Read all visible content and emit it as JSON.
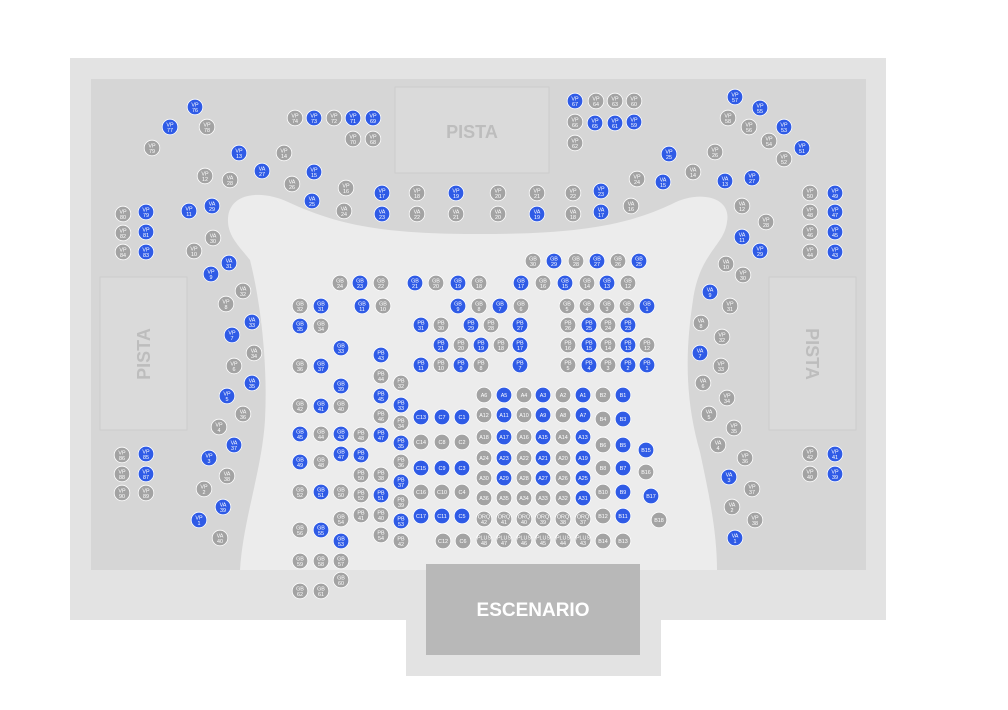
{
  "venue": {
    "labels": {
      "pista": "PISTA",
      "escenario": "ESCENARIO"
    },
    "colors": {
      "outer": "#e3e3e3",
      "floor": "#d6d6d6",
      "aisle": "#ececec",
      "stage": "#b8b8b8",
      "selected": "#2f5be6",
      "available": "#a3a3a3",
      "label": "#bdbdbd"
    }
  },
  "seats": [
    {
      "l": "VP 77",
      "c": "sel"
    },
    {
      "l": "VP 76",
      "c": "sel"
    },
    {
      "l": "VP 78",
      "c": "ava"
    },
    {
      "l": "VP 79",
      "c": "ava"
    },
    {
      "l": "VP 74",
      "c": "ava"
    },
    {
      "l": "VP 73",
      "c": "sel"
    },
    {
      "l": "VP 72",
      "c": "ava"
    },
    {
      "l": "VP 71",
      "c": "sel"
    },
    {
      "l": "VP 69",
      "c": "sel"
    },
    {
      "l": "VP 70",
      "c": "ava"
    },
    {
      "l": "VP 68",
      "c": "ava"
    },
    {
      "l": "VP 13",
      "c": "sel"
    },
    {
      "l": "VP 14",
      "c": "ava"
    },
    {
      "l": "VA 27",
      "c": "sel"
    },
    {
      "l": "VP 15",
      "c": "sel"
    },
    {
      "l": "VP 12",
      "c": "ava"
    },
    {
      "l": "VA 28",
      "c": "ava"
    },
    {
      "l": "VA 26",
      "c": "ava"
    },
    {
      "l": "VA 25",
      "c": "sel"
    },
    {
      "l": "VP 16",
      "c": "ava"
    },
    {
      "l": "VA 24",
      "c": "ava"
    },
    {
      "l": "VP 17",
      "c": "sel"
    },
    {
      "l": "VP 18",
      "c": "ava"
    },
    {
      "l": "VP 19",
      "c": "sel"
    },
    {
      "l": "VP 20",
      "c": "ava"
    },
    {
      "l": "VP 21",
      "c": "ava"
    },
    {
      "l": "VP 22",
      "c": "ava"
    },
    {
      "l": "VP 23",
      "c": "sel"
    },
    {
      "l": "VA 23",
      "c": "sel"
    },
    {
      "l": "VA 22",
      "c": "ava"
    },
    {
      "l": "VA 21",
      "c": "ava"
    },
    {
      "l": "VA 20",
      "c": "ava"
    },
    {
      "l": "VA 19",
      "c": "sel"
    },
    {
      "l": "VA 18",
      "c": "ava"
    },
    {
      "l": "VA 17",
      "c": "sel"
    },
    {
      "l": "VA 16",
      "c": "ava"
    },
    {
      "l": "VP 67",
      "c": "sel"
    },
    {
      "l": "VP 64",
      "c": "ava"
    },
    {
      "l": "VP 63",
      "c": "ava"
    },
    {
      "l": "VP 60",
      "c": "ava"
    },
    {
      "l": "VP 66",
      "c": "ava"
    },
    {
      "l": "VP 65",
      "c": "sel"
    },
    {
      "l": "VP 61",
      "c": "sel"
    },
    {
      "l": "VP 59",
      "c": "sel"
    },
    {
      "l": "VP 62",
      "c": "ava"
    },
    {
      "l": "VP 57",
      "c": "sel"
    },
    {
      "l": "VP 55",
      "c": "sel"
    },
    {
      "l": "VP 58",
      "c": "ava"
    },
    {
      "l": "VP 56",
      "c": "ava"
    },
    {
      "l": "VP 53",
      "c": "sel"
    },
    {
      "l": "VP 54",
      "c": "ava"
    },
    {
      "l": "VP 51",
      "c": "sel"
    },
    {
      "l": "VP 52",
      "c": "ava"
    },
    {
      "l": "VP 25",
      "c": "sel"
    },
    {
      "l": "VP 26",
      "c": "ava"
    },
    {
      "l": "VP 24",
      "c": "ava"
    },
    {
      "l": "VA 14",
      "c": "ava"
    },
    {
      "l": "VA 15",
      "c": "sel"
    },
    {
      "l": "VA 13",
      "c": "sel"
    },
    {
      "l": "VP 27",
      "c": "sel"
    },
    {
      "l": "VA 12",
      "c": "ava"
    },
    {
      "l": "VP 28",
      "c": "ava"
    },
    {
      "l": "VA 11",
      "c": "sel"
    },
    {
      "l": "VP 29",
      "c": "sel"
    },
    {
      "l": "VA 10",
      "c": "ava"
    },
    {
      "l": "VP 30",
      "c": "ava"
    },
    {
      "l": "VP 80",
      "c": "ava"
    },
    {
      "l": "VP 79",
      "c": "sel"
    },
    {
      "l": "VP 82",
      "c": "ava"
    },
    {
      "l": "VP 81",
      "c": "sel"
    },
    {
      "l": "VP 84",
      "c": "ava"
    },
    {
      "l": "VP 83",
      "c": "sel"
    },
    {
      "l": "VP 11",
      "c": "sel"
    },
    {
      "l": "VA 29",
      "c": "sel"
    },
    {
      "l": "VA 30",
      "c": "ava"
    },
    {
      "l": "VP 10",
      "c": "ava"
    },
    {
      "l": "VA 31",
      "c": "sel"
    },
    {
      "l": "VP 9",
      "c": "sel"
    },
    {
      "l": "VA 32",
      "c": "ava"
    },
    {
      "l": "VP 8",
      "c": "ava"
    },
    {
      "l": "VA 33",
      "c": "sel"
    },
    {
      "l": "VP 7",
      "c": "sel"
    },
    {
      "l": "VA 34",
      "c": "ava"
    },
    {
      "l": "VP 6",
      "c": "ava"
    },
    {
      "l": "VA 35",
      "c": "sel"
    },
    {
      "l": "VP 5",
      "c": "sel"
    },
    {
      "l": "VA 36",
      "c": "ava"
    },
    {
      "l": "VP 4",
      "c": "ava"
    },
    {
      "l": "VA 37",
      "c": "sel"
    },
    {
      "l": "VP 3",
      "c": "sel"
    },
    {
      "l": "VA 38",
      "c": "ava"
    },
    {
      "l": "VP 2",
      "c": "ava"
    },
    {
      "l": "VA 39",
      "c": "sel"
    },
    {
      "l": "VP 1",
      "c": "sel"
    },
    {
      "l": "VA 40",
      "c": "ava"
    },
    {
      "l": "VP 86",
      "c": "ava"
    },
    {
      "l": "VP 85",
      "c": "sel"
    },
    {
      "l": "VP 88",
      "c": "ava"
    },
    {
      "l": "VP 87",
      "c": "sel"
    },
    {
      "l": "VP 90",
      "c": "ava"
    },
    {
      "l": "VP 89",
      "c": "ava"
    },
    {
      "l": "VP 50",
      "c": "ava"
    },
    {
      "l": "VP 49",
      "c": "sel"
    },
    {
      "l": "VP 48",
      "c": "ava"
    },
    {
      "l": "VP 47",
      "c": "sel"
    },
    {
      "l": "VP 46",
      "c": "ava"
    },
    {
      "l": "VP 45",
      "c": "sel"
    },
    {
      "l": "VP 44",
      "c": "ava"
    },
    {
      "l": "VP 43",
      "c": "sel"
    },
    {
      "l": "VA 9",
      "c": "sel"
    },
    {
      "l": "VP 31",
      "c": "ava"
    },
    {
      "l": "VA 8",
      "c": "ava"
    },
    {
      "l": "VP 32",
      "c": "ava"
    },
    {
      "l": "VA 7",
      "c": "sel"
    },
    {
      "l": "VP 33",
      "c": "ava"
    },
    {
      "l": "VA 6",
      "c": "ava"
    },
    {
      "l": "VP 34",
      "c": "ava"
    },
    {
      "l": "VA 5",
      "c": "ava"
    },
    {
      "l": "VP 35",
      "c": "ava"
    },
    {
      "l": "VA 4",
      "c": "ava"
    },
    {
      "l": "VP 36",
      "c": "ava"
    },
    {
      "l": "VA 3",
      "c": "sel"
    },
    {
      "l": "VP 37",
      "c": "ava"
    },
    {
      "l": "VA 2",
      "c": "ava"
    },
    {
      "l": "VP 38",
      "c": "ava"
    },
    {
      "l": "VA 1",
      "c": "sel"
    },
    {
      "l": "VP 42",
      "c": "ava"
    },
    {
      "l": "VP 41",
      "c": "sel"
    },
    {
      "l": "VP 40",
      "c": "ava"
    },
    {
      "l": "VP 39",
      "c": "sel"
    },
    {
      "l": "GB 30",
      "c": "ava"
    },
    {
      "l": "GB 29",
      "c": "sel"
    },
    {
      "l": "GB 28",
      "c": "ava"
    },
    {
      "l": "GB 27",
      "c": "sel"
    },
    {
      "l": "GB 26",
      "c": "ava"
    },
    {
      "l": "GB 25",
      "c": "sel"
    },
    {
      "l": "GB 24",
      "c": "ava"
    },
    {
      "l": "GB 23",
      "c": "sel"
    },
    {
      "l": "GB 22",
      "c": "ava"
    },
    {
      "l": "GB 21",
      "c": "sel"
    },
    {
      "l": "GB 20",
      "c": "ava"
    },
    {
      "l": "GB 19",
      "c": "sel"
    },
    {
      "l": "GB 18",
      "c": "ava"
    },
    {
      "l": "GB 17",
      "c": "sel"
    },
    {
      "l": "GB 16",
      "c": "ava"
    },
    {
      "l": "GB 15",
      "c": "sel"
    },
    {
      "l": "GB 14",
      "c": "ava"
    },
    {
      "l": "GB 13",
      "c": "sel"
    },
    {
      "l": "GB 12",
      "c": "ava"
    },
    {
      "l": "GB 32",
      "c": "ava"
    },
    {
      "l": "GB 31",
      "c": "sel"
    },
    {
      "l": "GB 11",
      "c": "sel"
    },
    {
      "l": "GB 10",
      "c": "ava"
    },
    {
      "l": "GB 9",
      "c": "sel"
    },
    {
      "l": "GB 8",
      "c": "ava"
    },
    {
      "l": "GB 7",
      "c": "sel"
    },
    {
      "l": "GB 6",
      "c": "ava"
    },
    {
      "l": "GB 5",
      "c": "ava"
    },
    {
      "l": "GB 4",
      "c": "ava"
    },
    {
      "l": "GB 3",
      "c": "ava"
    },
    {
      "l": "GB 2",
      "c": "ava"
    },
    {
      "l": "GB 1",
      "c": "sel"
    },
    {
      "l": "GB 35",
      "c": "sel"
    },
    {
      "l": "GB 34",
      "c": "ava"
    },
    {
      "l": "GB 36",
      "c": "ava"
    },
    {
      "l": "GB 37",
      "c": "sel"
    },
    {
      "l": "GB 38",
      "c": "ava"
    },
    {
      "l": "GB 33",
      "c": "sel"
    },
    {
      "l": "GB 39",
      "c": "sel"
    },
    {
      "l": "GB 42",
      "c": "ava"
    },
    {
      "l": "GB 41",
      "c": "sel"
    },
    {
      "l": "GB 40",
      "c": "ava"
    },
    {
      "l": "GB 45",
      "c": "sel"
    },
    {
      "l": "GB 44",
      "c": "ava"
    },
    {
      "l": "GB 43",
      "c": "sel"
    },
    {
      "l": "GB 49",
      "c": "sel"
    },
    {
      "l": "GB 48",
      "c": "ava"
    },
    {
      "l": "GB 47",
      "c": "sel"
    },
    {
      "l": "GB 52",
      "c": "ava"
    },
    {
      "l": "GB 51",
      "c": "sel"
    },
    {
      "l": "GB 50",
      "c": "ava"
    },
    {
      "l": "GB 56",
      "c": "ava"
    },
    {
      "l": "GB 55",
      "c": "sel"
    },
    {
      "l": "GB 54",
      "c": "ava"
    },
    {
      "l": "GB 53",
      "c": "sel"
    },
    {
      "l": "GB 59",
      "c": "ava"
    },
    {
      "l": "GB 58",
      "c": "ava"
    },
    {
      "l": "GB 57",
      "c": "ava"
    },
    {
      "l": "GB 62",
      "c": "ava"
    },
    {
      "l": "GB 61",
      "c": "ava"
    },
    {
      "l": "GB 60",
      "c": "ava"
    },
    {
      "l": "PB 43",
      "c": "sel"
    },
    {
      "l": "PB 44",
      "c": "ava"
    },
    {
      "l": "PB 32",
      "c": "ava"
    },
    {
      "l": "PB 45",
      "c": "sel"
    },
    {
      "l": "PB 33",
      "c": "sel"
    },
    {
      "l": "PB 46",
      "c": "ava"
    },
    {
      "l": "PB 34",
      "c": "ava"
    },
    {
      "l": "PB 47",
      "c": "sel"
    },
    {
      "l": "PB 35",
      "c": "sel"
    },
    {
      "l": "PB 48",
      "c": "ava"
    },
    {
      "l": "PB 36",
      "c": "ava"
    },
    {
      "l": "PB 49",
      "c": "sel"
    },
    {
      "l": "PB 37",
      "c": "sel"
    },
    {
      "l": "PB 50",
      "c": "ava"
    },
    {
      "l": "PB 38",
      "c": "ava"
    },
    {
      "l": "PB 51",
      "c": "sel"
    },
    {
      "l": "PB 39",
      "c": "ava"
    },
    {
      "l": "PB 52",
      "c": "ava"
    },
    {
      "l": "PB 40",
      "c": "ava"
    },
    {
      "l": "PB 53",
      "c": "sel"
    },
    {
      "l": "PB 41",
      "c": "ava"
    },
    {
      "l": "PB 54",
      "c": "ava"
    },
    {
      "l": "PB 42",
      "c": "ava"
    },
    {
      "l": "PB 31",
      "c": "sel"
    },
    {
      "l": "PB 30",
      "c": "ava"
    },
    {
      "l": "PB 29",
      "c": "sel"
    },
    {
      "l": "PB 28",
      "c": "ava"
    },
    {
      "l": "PB 27",
      "c": "sel"
    },
    {
      "l": "PB 21",
      "c": "sel"
    },
    {
      "l": "PB 20",
      "c": "ava"
    },
    {
      "l": "PB 19",
      "c": "sel"
    },
    {
      "l": "PB 18",
      "c": "ava"
    },
    {
      "l": "PB 17",
      "c": "sel"
    },
    {
      "l": "PB 11",
      "c": "sel"
    },
    {
      "l": "PB 10",
      "c": "ava"
    },
    {
      "l": "PB 9",
      "c": "sel"
    },
    {
      "l": "PB 8",
      "c": "ava"
    },
    {
      "l": "PB 7",
      "c": "sel"
    },
    {
      "l": "PB 26",
      "c": "ava"
    },
    {
      "l": "PB 25",
      "c": "sel"
    },
    {
      "l": "PB 24",
      "c": "ava"
    },
    {
      "l": "PB 23",
      "c": "sel"
    },
    {
      "l": "PB 16",
      "c": "ava"
    },
    {
      "l": "PB 15",
      "c": "sel"
    },
    {
      "l": "PB 14",
      "c": "ava"
    },
    {
      "l": "PB 13",
      "c": "sel"
    },
    {
      "l": "PB 12",
      "c": "ava"
    },
    {
      "l": "PB 5",
      "c": "ava"
    },
    {
      "l": "PB 4",
      "c": "sel"
    },
    {
      "l": "PB 3",
      "c": "ava"
    },
    {
      "l": "PB 2",
      "c": "sel"
    },
    {
      "l": "PB 1",
      "c": "sel"
    },
    {
      "l": "A6",
      "c": "ava"
    },
    {
      "l": "A5",
      "c": "sel"
    },
    {
      "l": "A4",
      "c": "ava"
    },
    {
      "l": "A3",
      "c": "sel"
    },
    {
      "l": "A2",
      "c": "ava"
    },
    {
      "l": "A1",
      "c": "sel"
    },
    {
      "l": "B2",
      "c": "ava"
    },
    {
      "l": "B1",
      "c": "sel"
    },
    {
      "l": "C13",
      "c": "sel"
    },
    {
      "l": "C7",
      "c": "sel"
    },
    {
      "l": "C1",
      "c": "sel"
    },
    {
      "l": "A12",
      "c": "ava"
    },
    {
      "l": "A11",
      "c": "sel"
    },
    {
      "l": "A10",
      "c": "ava"
    },
    {
      "l": "A9",
      "c": "sel"
    },
    {
      "l": "A8",
      "c": "ava"
    },
    {
      "l": "A7",
      "c": "sel"
    },
    {
      "l": "B4",
      "c": "ava"
    },
    {
      "l": "B3",
      "c": "sel"
    },
    {
      "l": "C14",
      "c": "ava"
    },
    {
      "l": "C8",
      "c": "ava"
    },
    {
      "l": "C2",
      "c": "ava"
    },
    {
      "l": "A18",
      "c": "ava"
    },
    {
      "l": "A17",
      "c": "sel"
    },
    {
      "l": "A16",
      "c": "ava"
    },
    {
      "l": "A15",
      "c": "sel"
    },
    {
      "l": "A14",
      "c": "ava"
    },
    {
      "l": "A13",
      "c": "sel"
    },
    {
      "l": "B6",
      "c": "ava"
    },
    {
      "l": "B5",
      "c": "sel"
    },
    {
      "l": "B15",
      "c": "sel"
    },
    {
      "l": "A24",
      "c": "ava"
    },
    {
      "l": "A23",
      "c": "sel"
    },
    {
      "l": "A22",
      "c": "ava"
    },
    {
      "l": "A21",
      "c": "sel"
    },
    {
      "l": "A20",
      "c": "ava"
    },
    {
      "l": "A19",
      "c": "sel"
    },
    {
      "l": "C15",
      "c": "sel"
    },
    {
      "l": "C9",
      "c": "sel"
    },
    {
      "l": "C3",
      "c": "sel"
    },
    {
      "l": "B8",
      "c": "ava"
    },
    {
      "l": "B7",
      "c": "sel"
    },
    {
      "l": "B16",
      "c": "ava"
    },
    {
      "l": "A30",
      "c": "ava"
    },
    {
      "l": "A29",
      "c": "sel"
    },
    {
      "l": "A28",
      "c": "ava"
    },
    {
      "l": "A27",
      "c": "sel"
    },
    {
      "l": "A26",
      "c": "ava"
    },
    {
      "l": "A25",
      "c": "sel"
    },
    {
      "l": "C16",
      "c": "ava"
    },
    {
      "l": "C10",
      "c": "ava"
    },
    {
      "l": "C4",
      "c": "ava"
    },
    {
      "l": "A36",
      "c": "ava"
    },
    {
      "l": "A35",
      "c": "ava"
    },
    {
      "l": "A34",
      "c": "ava"
    },
    {
      "l": "A33",
      "c": "ava"
    },
    {
      "l": "A32",
      "c": "ava"
    },
    {
      "l": "A31",
      "c": "sel"
    },
    {
      "l": "B10",
      "c": "ava"
    },
    {
      "l": "B9",
      "c": "sel"
    },
    {
      "l": "B17",
      "c": "sel"
    },
    {
      "l": "C17",
      "c": "sel"
    },
    {
      "l": "C11",
      "c": "sel"
    },
    {
      "l": "C5",
      "c": "sel"
    },
    {
      "l": "ORQ 42",
      "c": "ava"
    },
    {
      "l": "ORQ 41",
      "c": "ava"
    },
    {
      "l": "ORQ 40",
      "c": "ava"
    },
    {
      "l": "ORQ 39",
      "c": "ava"
    },
    {
      "l": "ORQ 38",
      "c": "ava"
    },
    {
      "l": "ORQ 37",
      "c": "ava"
    },
    {
      "l": "B12",
      "c": "ava"
    },
    {
      "l": "B11",
      "c": "sel"
    },
    {
      "l": "B18",
      "c": "ava"
    },
    {
      "l": "C12",
      "c": "ava"
    },
    {
      "l": "C6",
      "c": "ava"
    },
    {
      "l": "PLUS 48",
      "c": "ava"
    },
    {
      "l": "PLUS 47",
      "c": "ava"
    },
    {
      "l": "PLUS 46",
      "c": "ava"
    },
    {
      "l": "PLUS 45",
      "c": "ava"
    },
    {
      "l": "PLUS 44",
      "c": "ava"
    },
    {
      "l": "PLUS 43",
      "c": "ava"
    },
    {
      "l": "B14",
      "c": "ava"
    },
    {
      "l": "B13",
      "c": "ava"
    }
  ]
}
